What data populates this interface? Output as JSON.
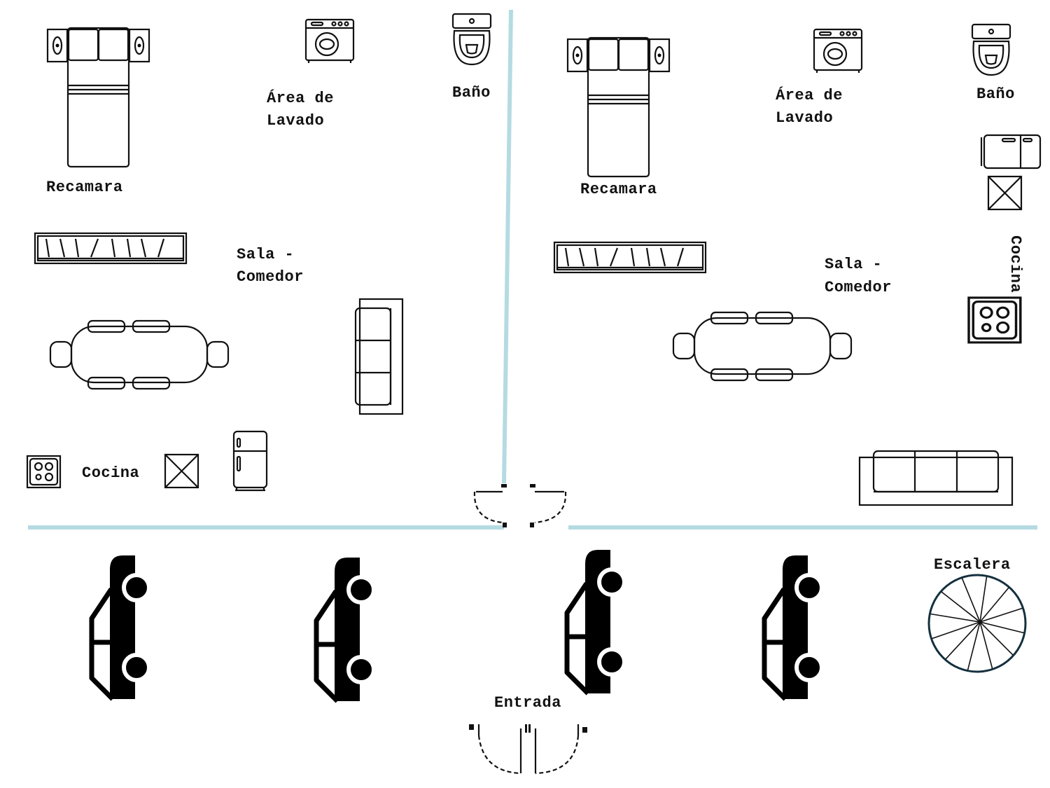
{
  "plan": {
    "wall_color": "#b5dbe2",
    "left_unit": {
      "bedroom": "Recamara",
      "laundry": [
        "Área de",
        "Lavado"
      ],
      "bathroom": "Baño",
      "living_dining": [
        "Sala -",
        "Comedor"
      ],
      "kitchen": "Cocina"
    },
    "right_unit": {
      "bedroom": "Recamara",
      "laundry": [
        "Área de",
        "Lavado"
      ],
      "bathroom": "Baño",
      "living_dining": [
        "Sala -",
        "Comedor"
      ],
      "kitchen": "Cocina"
    },
    "garage": {
      "cars": 4,
      "stairs": "Escalera",
      "entrance": "Entrada"
    }
  }
}
